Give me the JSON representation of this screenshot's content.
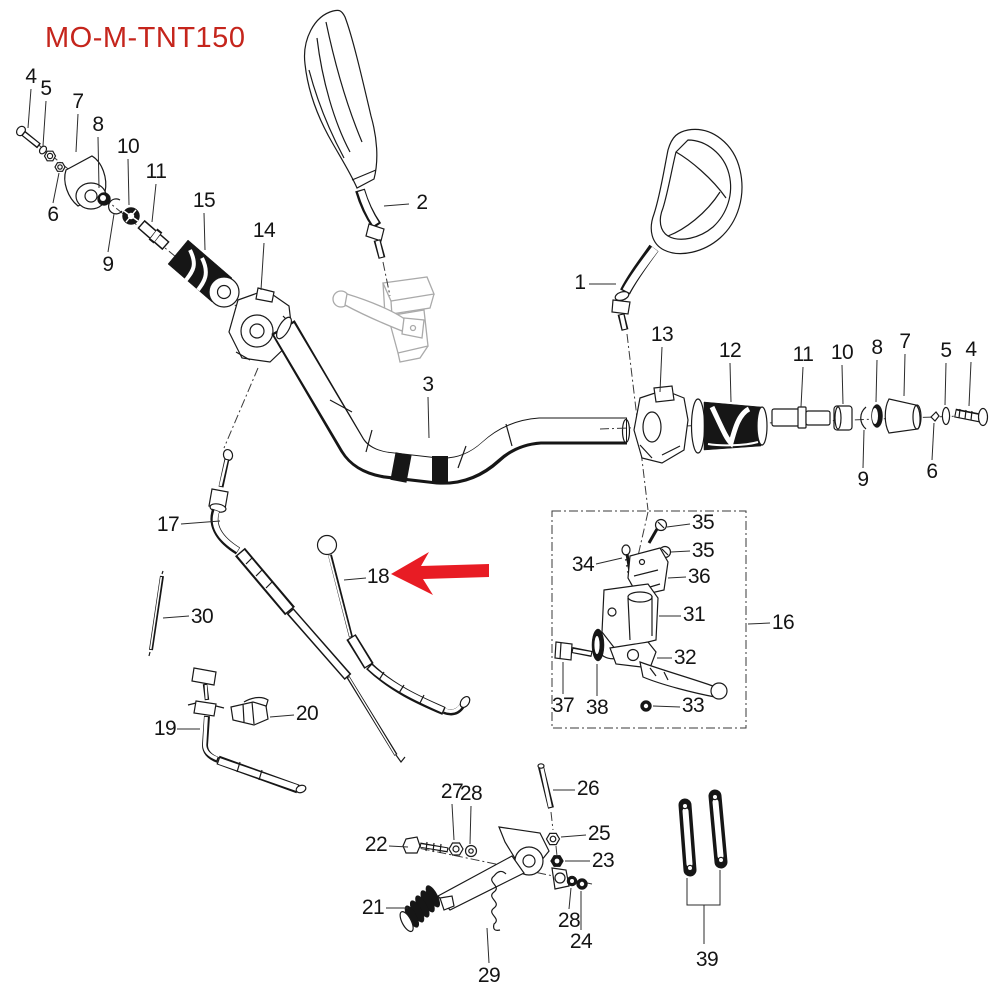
{
  "title": "MO-M-TNT150",
  "colors": {
    "title_red": "#c5251c",
    "arrow_red": "#e81c24",
    "line_black": "#1a1a1a",
    "ghost_gray": "#aaaaaa"
  },
  "highlight_arrow": {
    "points_to_part": "18",
    "color": "#e81c24"
  },
  "callouts": [
    {
      "text": "4"
    },
    {
      "text": "5"
    },
    {
      "text": "7"
    },
    {
      "text": "8"
    },
    {
      "text": "10"
    },
    {
      "text": "11"
    },
    {
      "text": "6"
    },
    {
      "text": "9"
    },
    {
      "text": "15"
    },
    {
      "text": "14"
    },
    {
      "text": "2"
    },
    {
      "text": "1"
    },
    {
      "text": "13"
    },
    {
      "text": "12"
    },
    {
      "text": "11"
    },
    {
      "text": "10"
    },
    {
      "text": "8"
    },
    {
      "text": "7"
    },
    {
      "text": "5"
    },
    {
      "text": "4"
    },
    {
      "text": "9"
    },
    {
      "text": "6"
    },
    {
      "text": "3"
    },
    {
      "text": "17"
    },
    {
      "text": "30"
    },
    {
      "text": "18"
    },
    {
      "text": "19"
    },
    {
      "text": "20"
    },
    {
      "text": "16"
    },
    {
      "text": "34"
    },
    {
      "text": "35"
    },
    {
      "text": "35"
    },
    {
      "text": "36"
    },
    {
      "text": "31"
    },
    {
      "text": "32"
    },
    {
      "text": "33"
    },
    {
      "text": "37"
    },
    {
      "text": "38"
    },
    {
      "text": "26"
    },
    {
      "text": "27"
    },
    {
      "text": "28"
    },
    {
      "text": "22"
    },
    {
      "text": "25"
    },
    {
      "text": "23"
    },
    {
      "text": "21"
    },
    {
      "text": "28"
    },
    {
      "text": "24"
    },
    {
      "text": "29"
    },
    {
      "text": "39"
    }
  ]
}
